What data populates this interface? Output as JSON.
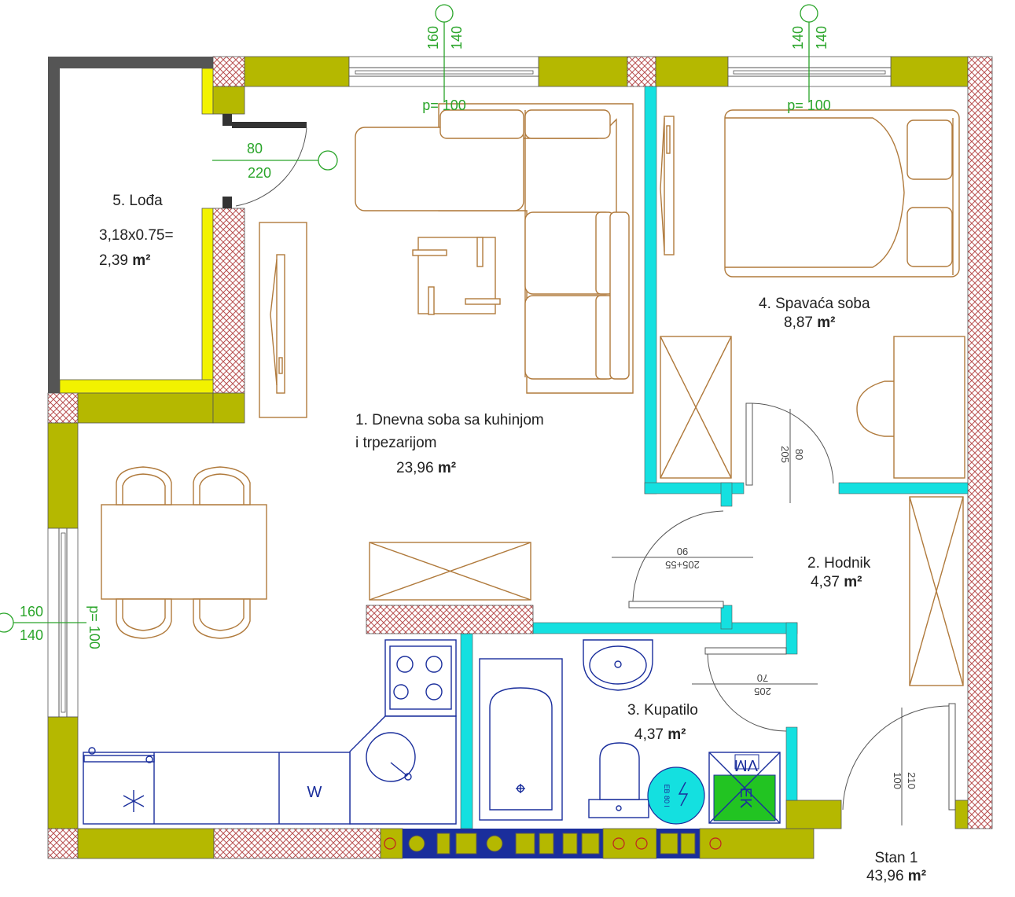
{
  "colors": {
    "wall_olive": "#b5b800",
    "partition_cyan": "#14e0e0",
    "loggia_yellow": "#f2f200",
    "hatch_red": "#b85050",
    "furniture_brown": "#b07a3c",
    "sanitary_blue": "#1a2e9c",
    "annotation_green": "#2aa52a",
    "electric_box_green": "#22c422"
  },
  "rooms": {
    "living": {
      "line1": "1. Dnevna soba sa kuhinjom",
      "line2": "i trpezarijom",
      "area": "23,96",
      "unit": "m²"
    },
    "hall": {
      "name": "2. Hodnik",
      "area": "4,37",
      "unit": "m²"
    },
    "bath": {
      "name": "3. Kupatilo",
      "area": "4,37",
      "unit": "m²"
    },
    "bedroom": {
      "name": "4. Spavaća soba",
      "area": "8,87",
      "unit": "m²"
    },
    "loggia": {
      "name": "5. Lođa",
      "formula": "3,18x0.75=",
      "area": "2,39",
      "unit": "m²"
    }
  },
  "total": {
    "name": "Stan 1",
    "area": "43,96",
    "unit": "m²"
  },
  "windows": {
    "top_left": {
      "width": "160",
      "height": "140",
      "sill": "p= 100"
    },
    "top_right": {
      "width": "140",
      "height": "140",
      "sill": "p= 100"
    },
    "left": {
      "width": "160",
      "height": "140",
      "sill": "p= 100"
    }
  },
  "doors": {
    "loggia": {
      "width": "80",
      "height": "220"
    },
    "bedroom": {
      "width": "80",
      "height": "205"
    },
    "living": {
      "width": "90",
      "height": "205+55"
    },
    "bath": {
      "width": "70",
      "height": "205"
    },
    "entry": {
      "width": "100",
      "height": "210"
    }
  },
  "appliances": {
    "washing_machine": "VM",
    "electric_box": "EK",
    "dishwasher": "W",
    "boiler": "EB 80 l"
  }
}
